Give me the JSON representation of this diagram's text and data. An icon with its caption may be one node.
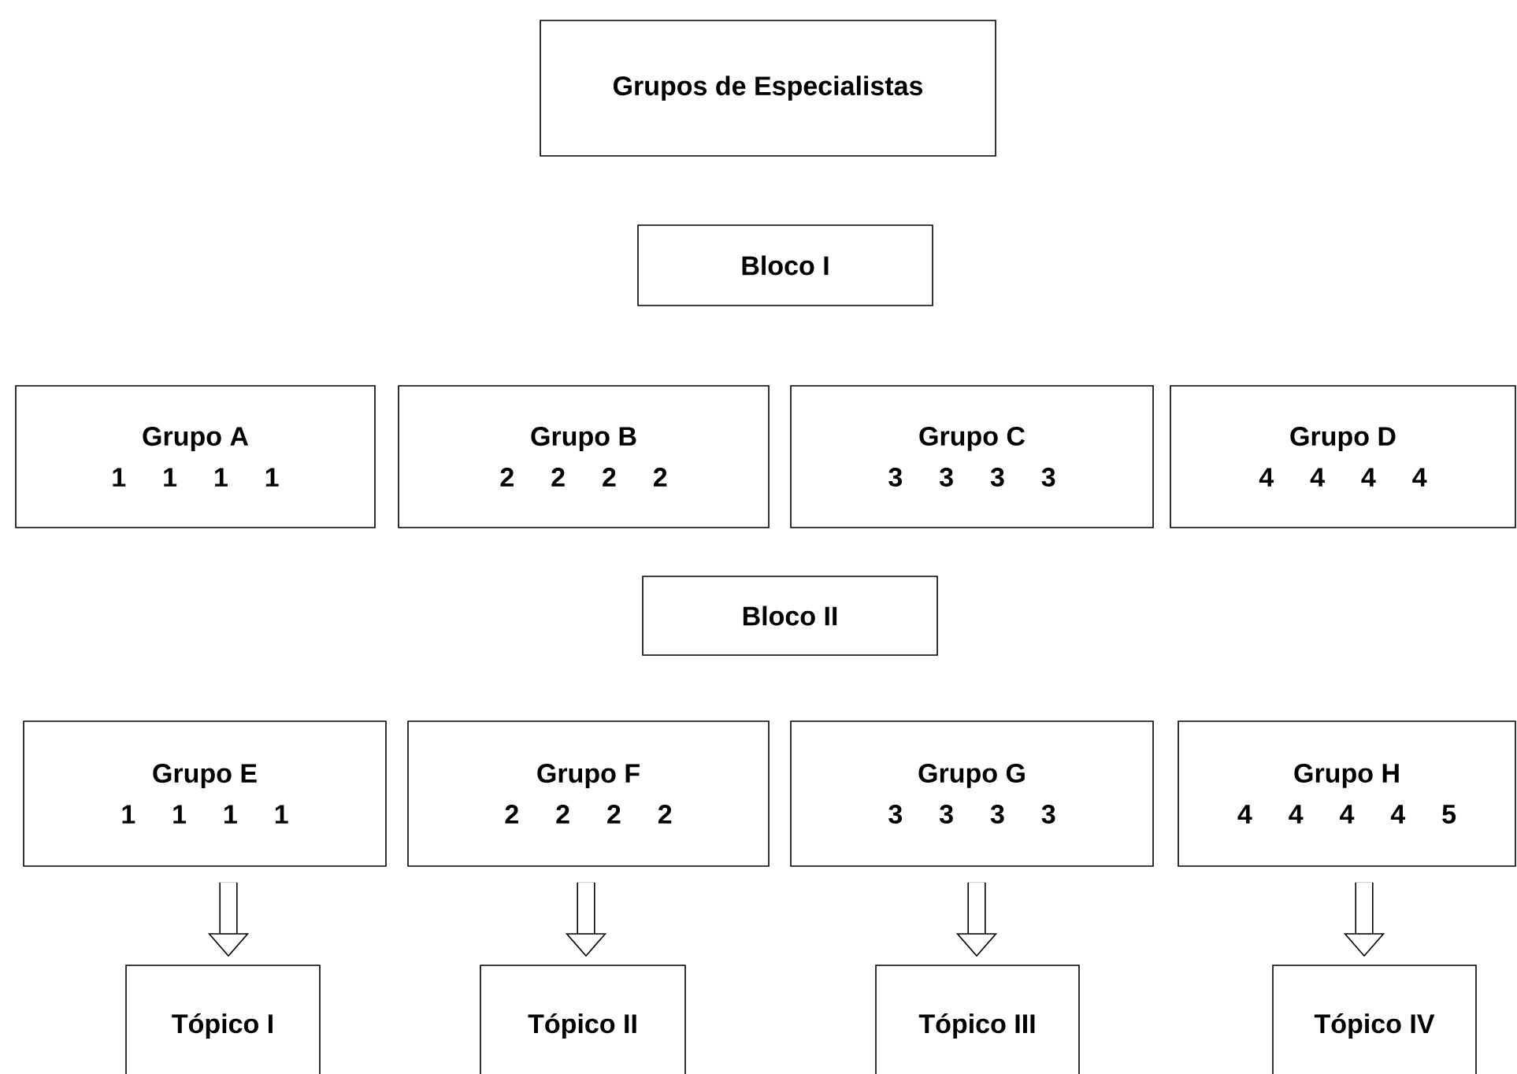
{
  "diagram": {
    "nodes": [
      {
        "text": [
          "Grupos de Especialistas"
        ]
      },
      {
        "text": [
          "Bloco I"
        ]
      },
      {
        "text": [
          "Grupo A",
          "1 1 1 1"
        ]
      },
      {
        "text": [
          "Grupo B",
          "2 2 2 2"
        ]
      },
      {
        "text": [
          "Grupo C",
          "3 3 3 3"
        ]
      },
      {
        "text": [
          "Grupo D",
          "4 4 4 4"
        ]
      },
      {
        "text": [
          "Bloco II"
        ]
      },
      {
        "text": [
          "Grupo E",
          "1 1 1 1"
        ]
      },
      {
        "text": [
          "Grupo F",
          "2 2 2 2"
        ]
      },
      {
        "text": [
          "Grupo G",
          "3 3 3 3"
        ]
      },
      {
        "text": [
          "Grupo H",
          "4 4 4 4 5"
        ]
      },
      {
        "text": [
          "Tópico I"
        ]
      },
      {
        "text": [
          "Tópico II"
        ]
      },
      {
        "text": [
          "Tópico III"
        ]
      },
      {
        "text": [
          "Tópico IV"
        ]
      }
    ],
    "edges": [
      {
        "from": 7,
        "to": 11,
        "arrow": "to"
      },
      {
        "from": 8,
        "to": 12,
        "arrow": "to"
      },
      {
        "from": 9,
        "to": 13,
        "arrow": "to"
      },
      {
        "from": 10,
        "to": 14,
        "arrow": "to"
      }
    ]
  }
}
